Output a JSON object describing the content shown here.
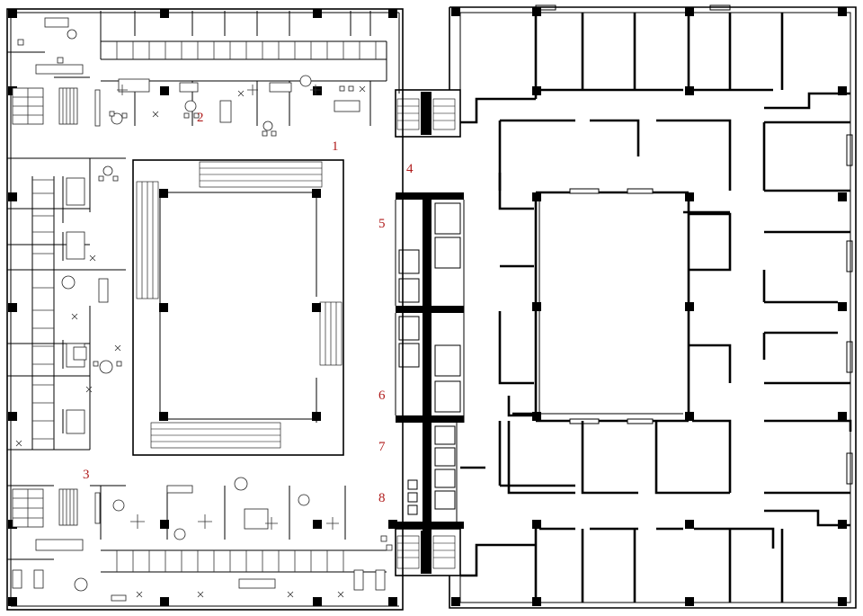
{
  "colors": {
    "wall": "#000000",
    "label": "#b01c1c",
    "background": "#ffffff"
  },
  "labels": [
    "1",
    "2",
    "3",
    "4",
    "5",
    "6",
    "7",
    "8"
  ]
}
